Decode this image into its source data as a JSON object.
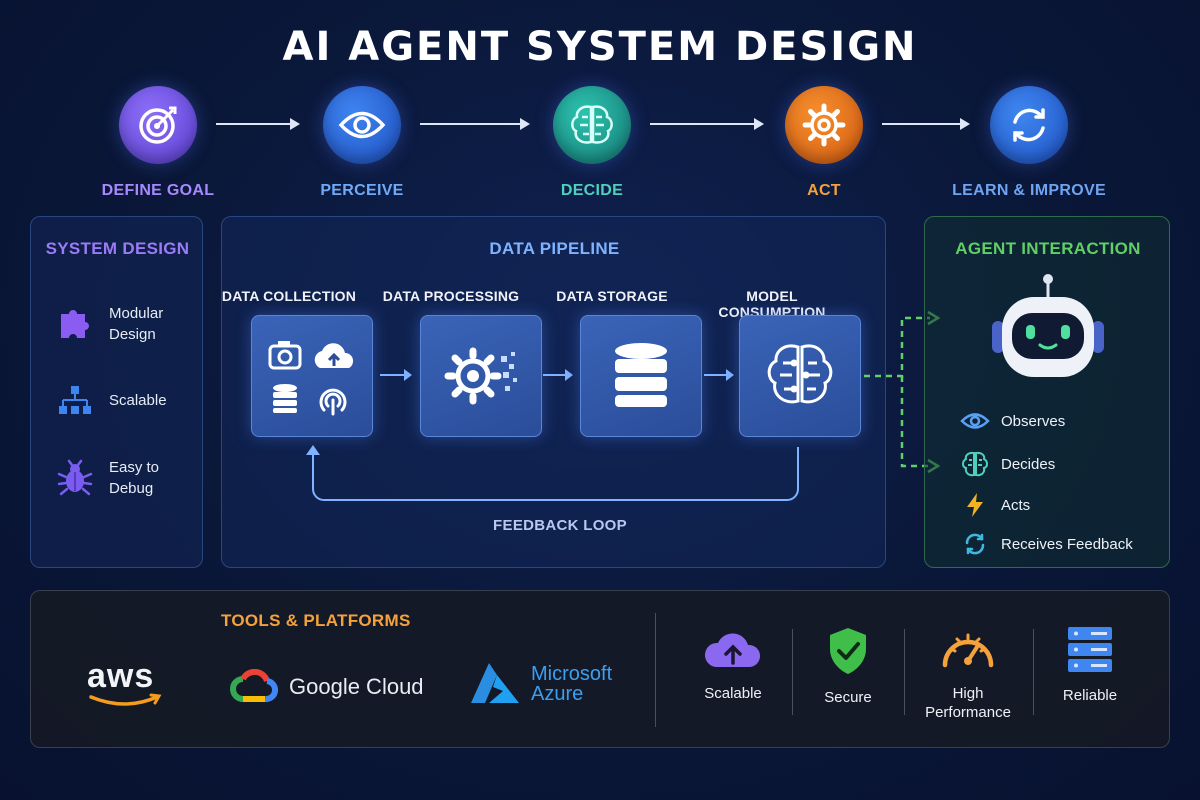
{
  "title": "AI AGENT SYSTEM DESIGN",
  "steps": [
    {
      "label": "DEFINE GOAL",
      "icon": "target-icon",
      "color": "#7a5cf0"
    },
    {
      "label": "PERCEIVE",
      "icon": "eye-icon",
      "color": "#2f6fe0"
    },
    {
      "label": "DECIDE",
      "icon": "brain-icon",
      "color": "#1fa89a"
    },
    {
      "label": "ACT",
      "icon": "gear-icon",
      "color": "#f07a1e"
    },
    {
      "label": "LEARN & IMPROVE",
      "icon": "refresh-icon",
      "color": "#3a7de8"
    }
  ],
  "system_design": {
    "heading": "SYSTEM DESIGN",
    "items": [
      {
        "line1": "Modular",
        "line2": "Design",
        "icon": "puzzle-icon"
      },
      {
        "line1": "Scalable",
        "line2": "",
        "icon": "blocks-icon"
      },
      {
        "line1": "Easy to",
        "line2": "Debug",
        "icon": "bug-icon"
      }
    ]
  },
  "pipeline": {
    "heading": "DATA PIPELINE",
    "stages": [
      {
        "label": "DATA COLLECTION",
        "icon": "collection-icons"
      },
      {
        "label": "DATA PROCESSING",
        "icon": "gear-pixel-icon"
      },
      {
        "label": "DATA STORAGE",
        "icon": "database-icon"
      },
      {
        "label": "MODEL CONSUMPTION",
        "icon": "brain-icon"
      }
    ],
    "feedback": "FEEDBACK LOOP"
  },
  "agent_interaction": {
    "heading": "AGENT INTERACTION",
    "items": [
      {
        "label": "Observes",
        "icon": "eye-icon"
      },
      {
        "label": "Decides",
        "icon": "brain-icon"
      },
      {
        "label": "Acts",
        "icon": "lightning-icon"
      },
      {
        "label": "Receives Feedback",
        "icon": "refresh-icon"
      }
    ]
  },
  "tools": {
    "heading": "TOOLS & PLATFORMS",
    "brands": [
      {
        "name": "aws"
      },
      {
        "name": "Google Cloud"
      },
      {
        "line1": "Microsoft",
        "line2": "Azure"
      }
    ],
    "features": [
      {
        "line1": "Scalable",
        "line2": "",
        "icon": "cloud-upload-icon"
      },
      {
        "line1": "Secure",
        "line2": "",
        "icon": "shield-check-icon"
      },
      {
        "line1": "High",
        "line2": "Performance",
        "icon": "gauge-icon"
      },
      {
        "line1": "Reliable",
        "line2": "",
        "icon": "server-icon"
      }
    ]
  },
  "colors": {
    "purple": "#9b7bf5",
    "blue": "#5aa0f5",
    "teal": "#3fc7b5",
    "orange": "#f5a23c",
    "green": "#5fcf66",
    "pipeline_text": "#7fb2ff"
  }
}
